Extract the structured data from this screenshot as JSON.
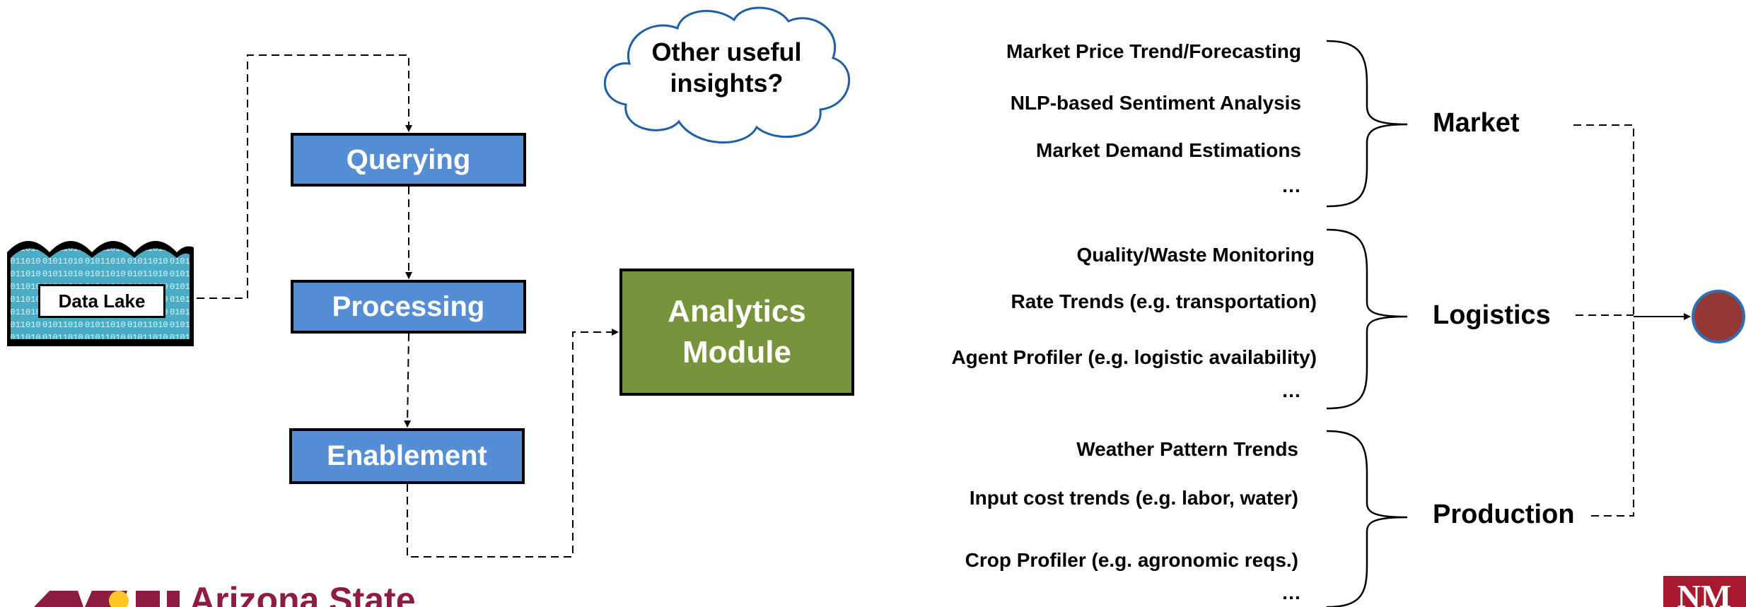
{
  "pipeline": {
    "data_lake": "Data Lake",
    "stages": [
      "Querying",
      "Processing",
      "Enablement"
    ],
    "analytics_module": "Analytics Module",
    "cloud_text": "Other useful insights?"
  },
  "insights": {
    "market": {
      "label": "Market",
      "items": [
        "Market Price Trend/Forecasting",
        "NLP-based Sentiment Analysis",
        "Market Demand Estimations",
        "…"
      ]
    },
    "logistics": {
      "label": "Logistics",
      "items": [
        "Quality/Waste Monitoring",
        "Rate Trends (e.g. transportation)",
        "Agent Profiler (e.g. logistic availability)",
        "…"
      ]
    },
    "production": {
      "label": "Production",
      "items": [
        "Weather Pattern Trends",
        "Input cost trends (e.g. labor, water)",
        "Crop Profiler (e.g. agronomic reqs.)",
        "…"
      ]
    }
  },
  "footer": {
    "asu_text": "Arizona State",
    "nm_text": "NM"
  },
  "colors": {
    "stage_blue": "#558ed5",
    "analytics_green": "#77933c",
    "output_node": "#953735",
    "output_node_border": "#2f6fb5",
    "water": "#4bacc6",
    "asu_maroon": "#8c1d40",
    "asu_gold": "#ffc627",
    "nm_red": "#a6192e"
  }
}
